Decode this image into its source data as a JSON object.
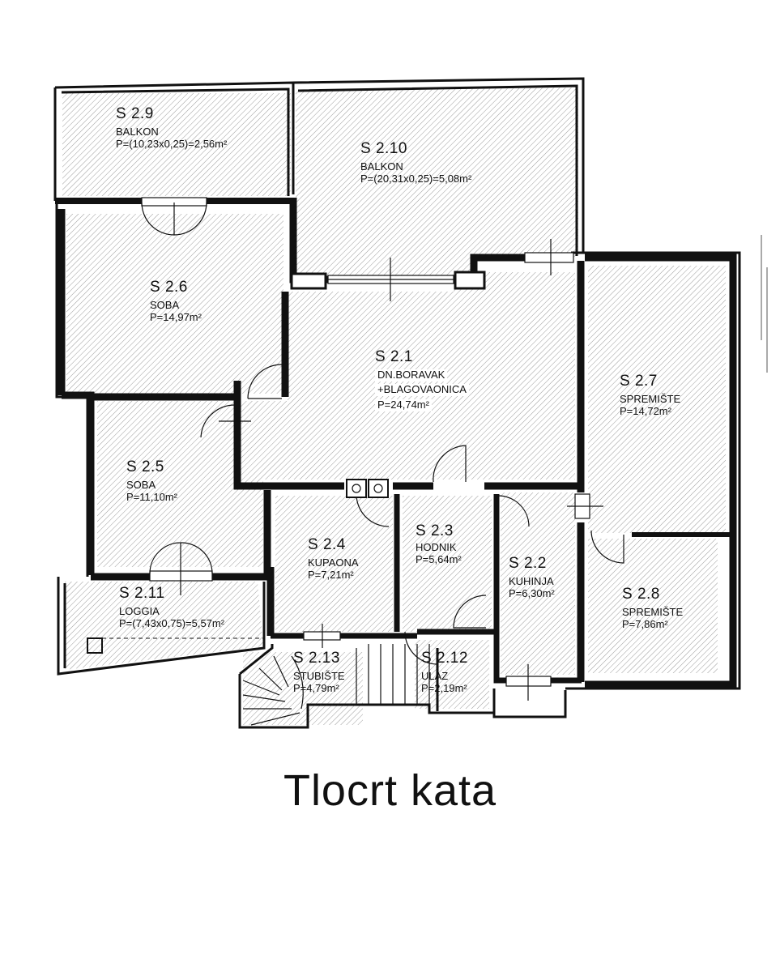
{
  "title": "Tlocrt kata",
  "rooms": [
    {
      "code": "S 2.9",
      "name": "BALKON",
      "area": "P=(10,23x0,25)=2,56m²"
    },
    {
      "code": "S 2.10",
      "name": "BALKON",
      "area": "P=(20,31x0,25)=5,08m²"
    },
    {
      "code": "S 2.6",
      "name": "SOBA",
      "area": "P=14,97m²"
    },
    {
      "code": "S 2.1",
      "name": "DN.BORAVAK",
      "name2": "+BLAGOVAONICA",
      "area": "P=24,74m²"
    },
    {
      "code": "S 2.7",
      "name": "SPREMIŠTE",
      "area": "P=14,72m²"
    },
    {
      "code": "S 2.5",
      "name": "SOBA",
      "area": "P=11,10m²"
    },
    {
      "code": "S 2.4",
      "name": "KUPAONA",
      "area": "P=7,21m²"
    },
    {
      "code": "S 2.3",
      "name": "HODNIK",
      "area": "P=5,64m²"
    },
    {
      "code": "S 2.2",
      "name": "KUHINJA",
      "area": "P=6,30m²"
    },
    {
      "code": "S 2.8",
      "name": "SPREMIŠTE",
      "area": "P=7,86m²"
    },
    {
      "code": "S 2.11",
      "name": "LOGGIA",
      "area": "P=(7,43x0,75)=5,57m²"
    },
    {
      "code": "S 2.13",
      "name": "STUBIŠTE",
      "area": "P=4,79m²"
    },
    {
      "code": "S 2.12",
      "name": "ULAZ",
      "area": "P=2,19m²"
    }
  ],
  "colors": {
    "wall": "#111111",
    "hatch": "#8a8a8a",
    "paper": "#ffffff"
  }
}
